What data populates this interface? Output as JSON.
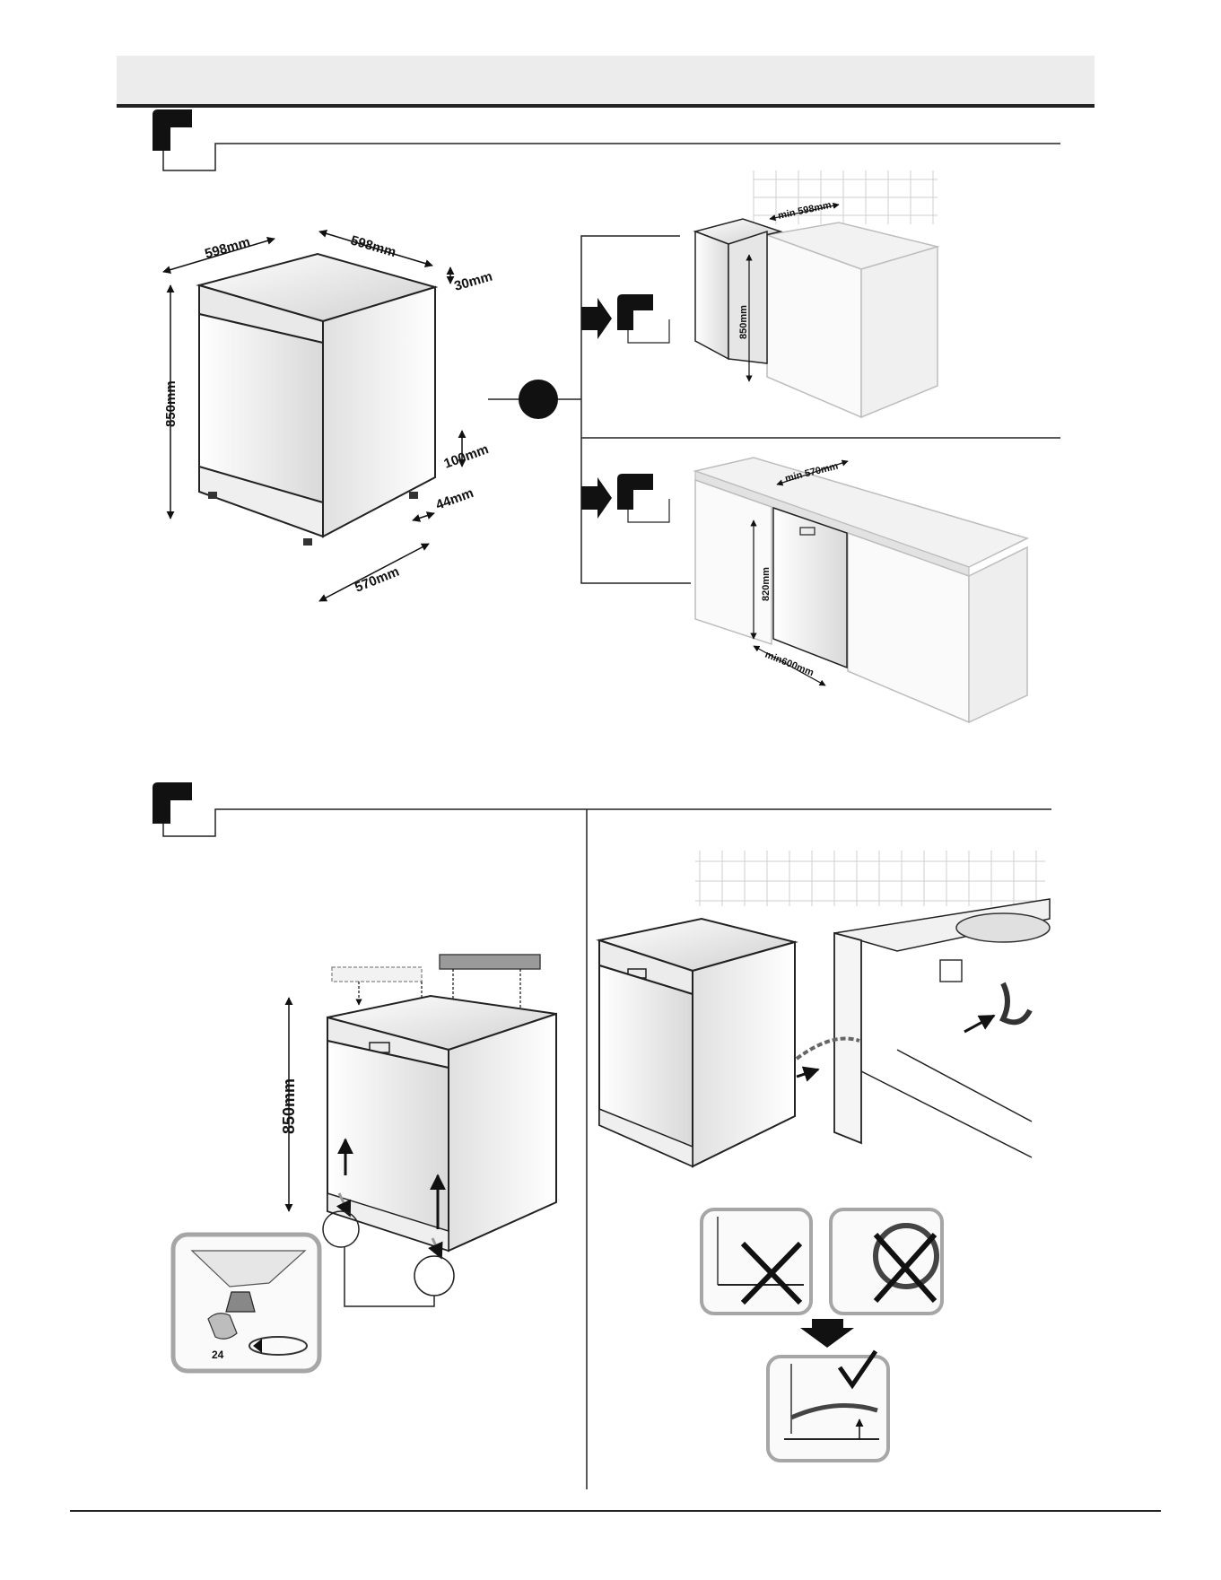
{
  "section1": {
    "dims": {
      "width_left": "598mm",
      "width_right": "598mm",
      "top_thickness": "30mm",
      "height": "850mm",
      "plinth_height": "100mm",
      "plinth_depth": "44mm",
      "depth": "570mm"
    },
    "option_a": {
      "min_width": "min 598mm",
      "height": "850mm"
    },
    "option_b": {
      "min_depth": "min 570mm",
      "height": "820mm",
      "min_width": "min600mm"
    }
  },
  "section2": {
    "level": {
      "height": "850mm",
      "wrench_size": "24"
    }
  },
  "colors": {
    "line": "#222222",
    "header_band": "#ececec",
    "appliance_fill": "#f4f4f4",
    "faded": "#bdbdbd"
  }
}
